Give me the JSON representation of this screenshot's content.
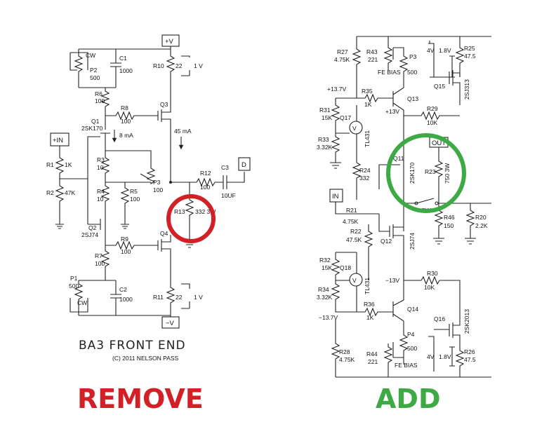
{
  "left": {
    "title": "BA3 FRONT END",
    "copyright": "(C) 2011 NELSON PASS",
    "terminals": {
      "vplus": "+V",
      "vminus": "−V",
      "in": "+IN",
      "out": "D"
    },
    "labels": {
      "cw_top": "CW",
      "c1": "C1",
      "c1v": "1000",
      "p2": "P2",
      "p2v": "500",
      "r10": "R10",
      "r10v": "22",
      "onev_top": "1 V",
      "r6": "R6",
      "r6v": "100",
      "q3": "Q3",
      "r8": "R8",
      "r8v": "100",
      "q1": "Q1",
      "q1p": "2SK170",
      "i8": "8 mA",
      "i45": "45 mA",
      "r1": "R1",
      "r1v": "1K",
      "r2": "R2",
      "r2v": "47K",
      "r3": "R3",
      "r3v": "10",
      "r4": "R4",
      "r4v": "10",
      "r5": "R5",
      "r5v": "100",
      "p3": "P3",
      "p3v": "100",
      "r12": "R12",
      "r12v": "100",
      "c3": "C3",
      "c3v": "10UF",
      "r13": "R13",
      "r13v": "332 3W",
      "q2": "Q2",
      "q2p": "2SJ74",
      "q4": "Q4",
      "r9": "R9",
      "r9v": "100",
      "r7": "R7",
      "r7v": "100",
      "p1": "P1",
      "p1v": "500",
      "cw_bot": "CW",
      "c2": "C2",
      "c2v": "1000",
      "r11": "R11",
      "r11v": "22",
      "onev_bot": "1 V"
    }
  },
  "right": {
    "terminals": {
      "in": "IN",
      "out": "OUT"
    },
    "labels": {
      "r27": "R27",
      "r27v": "4.75K",
      "r43": "R43",
      "r43v": "221",
      "p3": "P3",
      "p3v": "500",
      "febias_top": "FE BIAS",
      "v4_top": "4V",
      "v18_top": "1.8V",
      "r25": "R25",
      "r25v": "47.5",
      "q15": "Q15",
      "q15p": "2SJ313",
      "vp137": "+13.7V",
      "r35": "R35",
      "r35v": "1K",
      "q13": "Q13",
      "r31": "R31",
      "r31v": "15K",
      "q17": "Q17",
      "v17": "V",
      "tl431a": "TL431",
      "vp13": "+13V",
      "r29": "R29",
      "r29v": "10K",
      "r33": "R33",
      "r33v": "3.32K",
      "q11": "Q11",
      "q11p": "2SK170",
      "r23": "R23",
      "r23v": "750 3W",
      "r24": "R24",
      "r24v": "332",
      "sw": "SW",
      "r21": "R21",
      "r21v": "4.75K",
      "r46": "R46",
      "r46v": "150",
      "r20": "R20",
      "r20v": "2.2K",
      "r22": "R22",
      "r22v": "47.5K",
      "q12": "Q12",
      "q12p": "2SJ74",
      "r32": "R32",
      "r32v": "15K",
      "q18": "Q18",
      "v18": "V",
      "tl431b": "TL431",
      "vm13": "−13V",
      "r30": "R30",
      "r30v": "10K",
      "r34": "R34",
      "r34v": "3.32K",
      "vm137": "−13.7V",
      "r36": "R36",
      "r36v": "1K",
      "q14": "Q14",
      "q16": "Q16",
      "q16p": "2SK2013",
      "p4": "P4",
      "p4v": "500",
      "v4_bot": "4V",
      "v18_bot": "1.8V",
      "r28": "R28",
      "r28v": "4.75K",
      "r44": "R44",
      "r44v": "221",
      "febias_bot": "FE BIAS",
      "r26": "R26",
      "r26v": "47.5"
    }
  },
  "captions": {
    "remove": "REMOVE",
    "add": "ADD"
  },
  "colors": {
    "remove": "#d32027",
    "add": "#3daa45",
    "wire": "#222222"
  }
}
